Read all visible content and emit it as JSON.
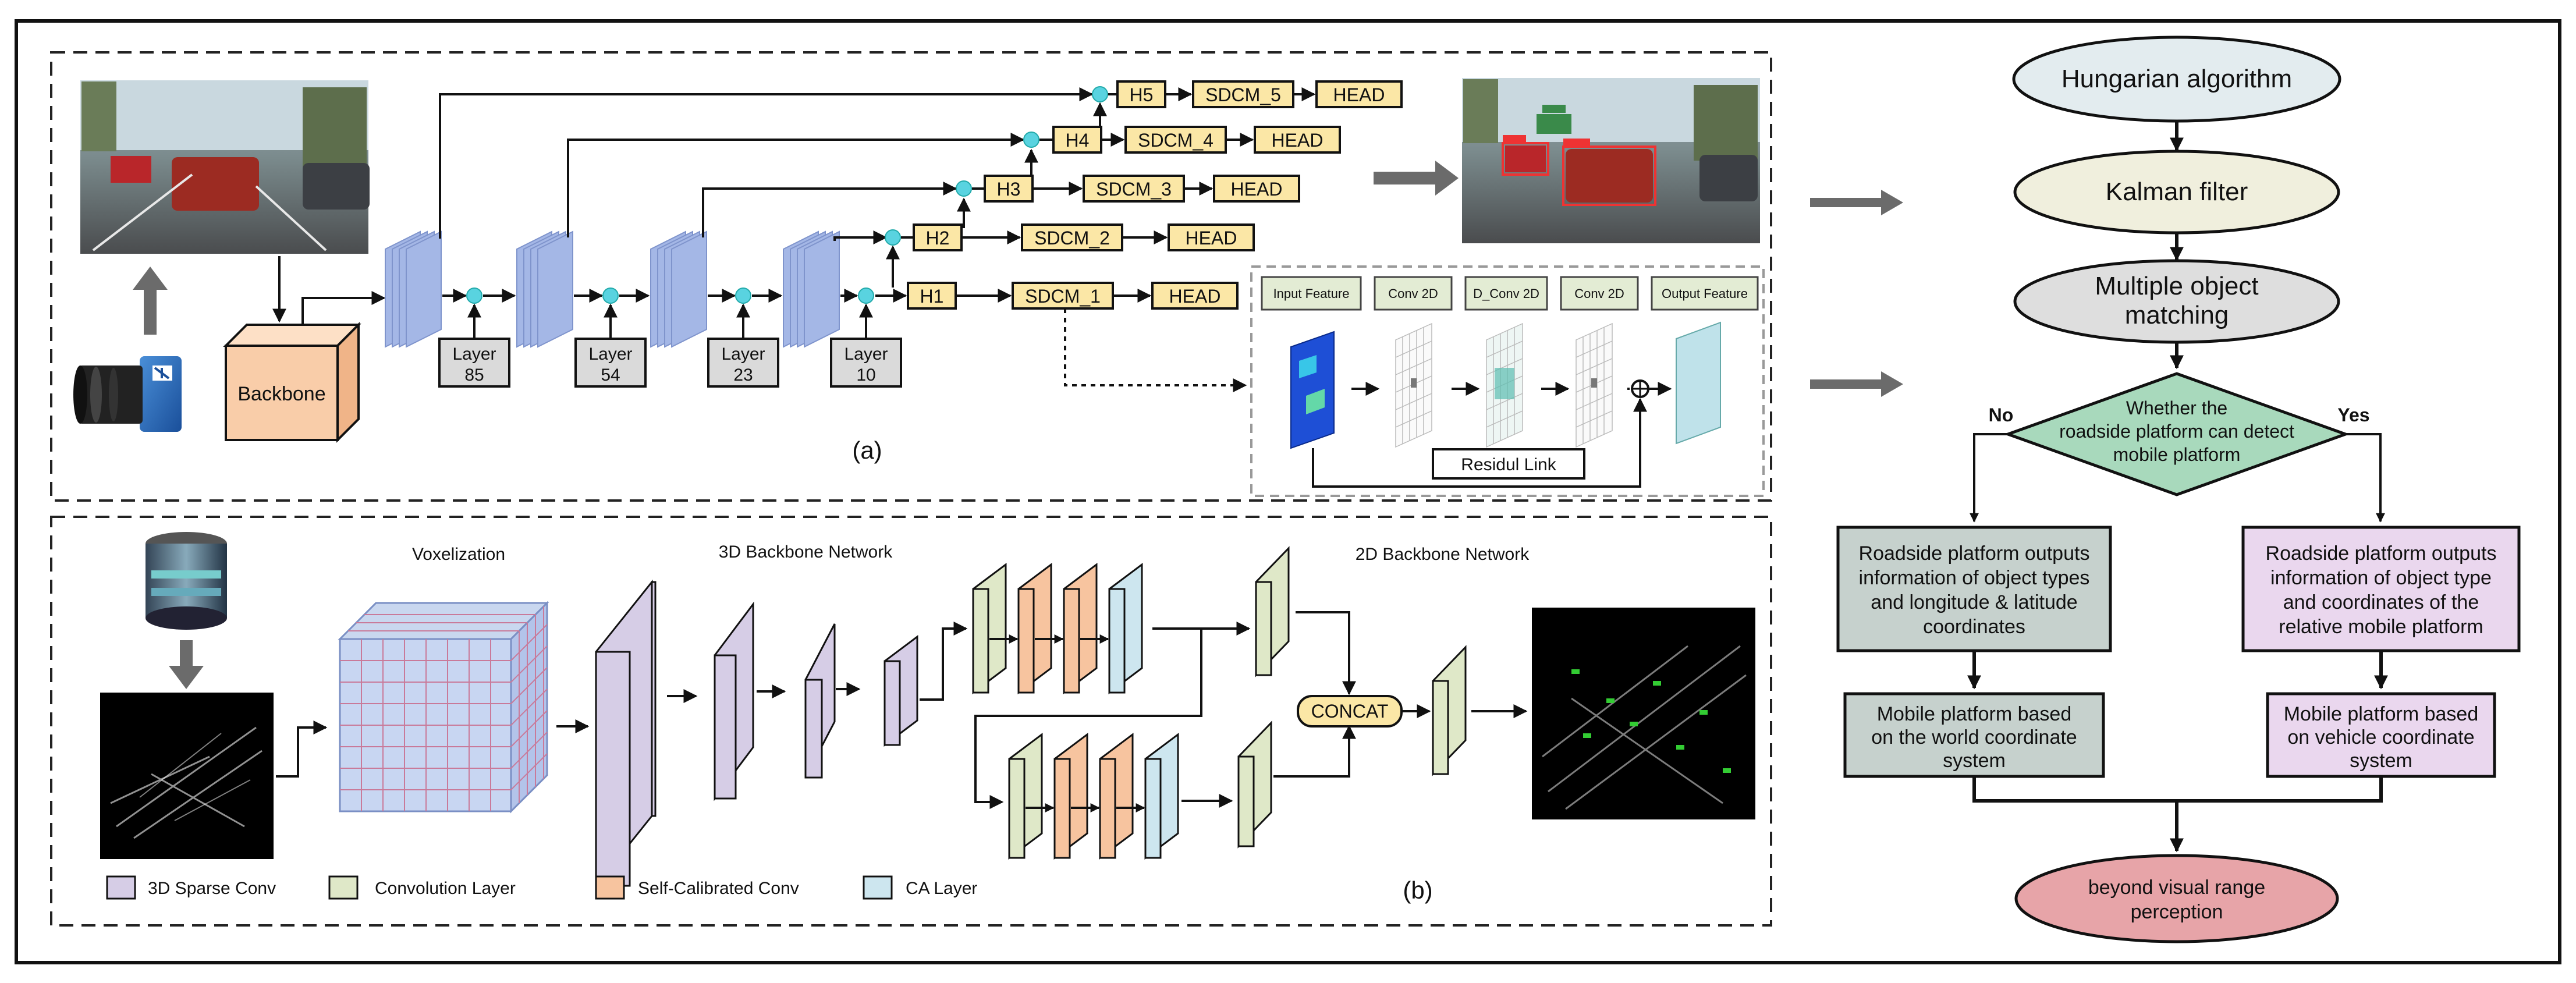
{
  "panel_a": {
    "caption": "(a)",
    "backbone": "Backbone",
    "layers": [
      {
        "l1": "Layer",
        "l2": "85"
      },
      {
        "l1": "Layer",
        "l2": "54"
      },
      {
        "l1": "Layer",
        "l2": "23"
      },
      {
        "l1": "Layer",
        "l2": "10"
      }
    ],
    "heads_h": [
      "H5",
      "H4",
      "H3",
      "H2",
      "H1"
    ],
    "sdcm": [
      "SDCM_5",
      "SDCM_4",
      "SDCM_3",
      "SDCM_2",
      "SDCM_1"
    ],
    "head": "HEAD",
    "sdcm_module": {
      "steps": [
        "Input Feature",
        "Conv 2D",
        "D_Conv 2D",
        "Conv 2D",
        "Output Feature"
      ],
      "residual": "Residul Link"
    }
  },
  "panel_b": {
    "caption": "(b)",
    "voxelization": "Voxelization",
    "backbone3d": "3D Backbone Network",
    "backbone2d": "2D Backbone Network",
    "concat": "CONCAT",
    "legend": [
      {
        "label": "3D Sparse Conv",
        "color": "#d6cde6"
      },
      {
        "label": "Convolution Layer",
        "color": "#dfe8c8"
      },
      {
        "label": "Self-Calibrated Conv",
        "color": "#f7c49f"
      },
      {
        "label": "CA Layer",
        "color": "#cde6ef"
      }
    ]
  },
  "flowchart": {
    "hungarian": "Hungarian algorithm",
    "kalman": "Kalman filter",
    "matching_l1": "Multiple object",
    "matching_l2": "matching",
    "decision_l1": "Whether the",
    "decision_l2": "roadside platform can detect",
    "decision_l3": "mobile platform",
    "no": "No",
    "yes": "Yes",
    "left_box": [
      "Roadside platform outputs",
      "information of object types",
      "and longitude & latitude",
      "coordinates"
    ],
    "right_box": [
      "Roadside platform outputs",
      "information of object type",
      "and coordinates of the",
      "relative mobile platform"
    ],
    "left_result": [
      "Mobile platform based",
      "on the world coordinate",
      "system"
    ],
    "right_result": [
      "Mobile platform based",
      "on vehicle coordinate",
      "system"
    ],
    "final_l1": "beyond visual range",
    "final_l2": "perception"
  },
  "colors": {
    "hungarian": "#e3ecef",
    "kalman": "#f0efdd",
    "matching": "#dedede",
    "decision": "#a8d9bc",
    "left_box": "#c6d1cd",
    "right_box": "#ead7ee",
    "final": "#e7a4a8",
    "feature_blue": "#a4b7e6",
    "yellow_box": "#fbe7a6",
    "backbone_box": "#f9cda9"
  }
}
